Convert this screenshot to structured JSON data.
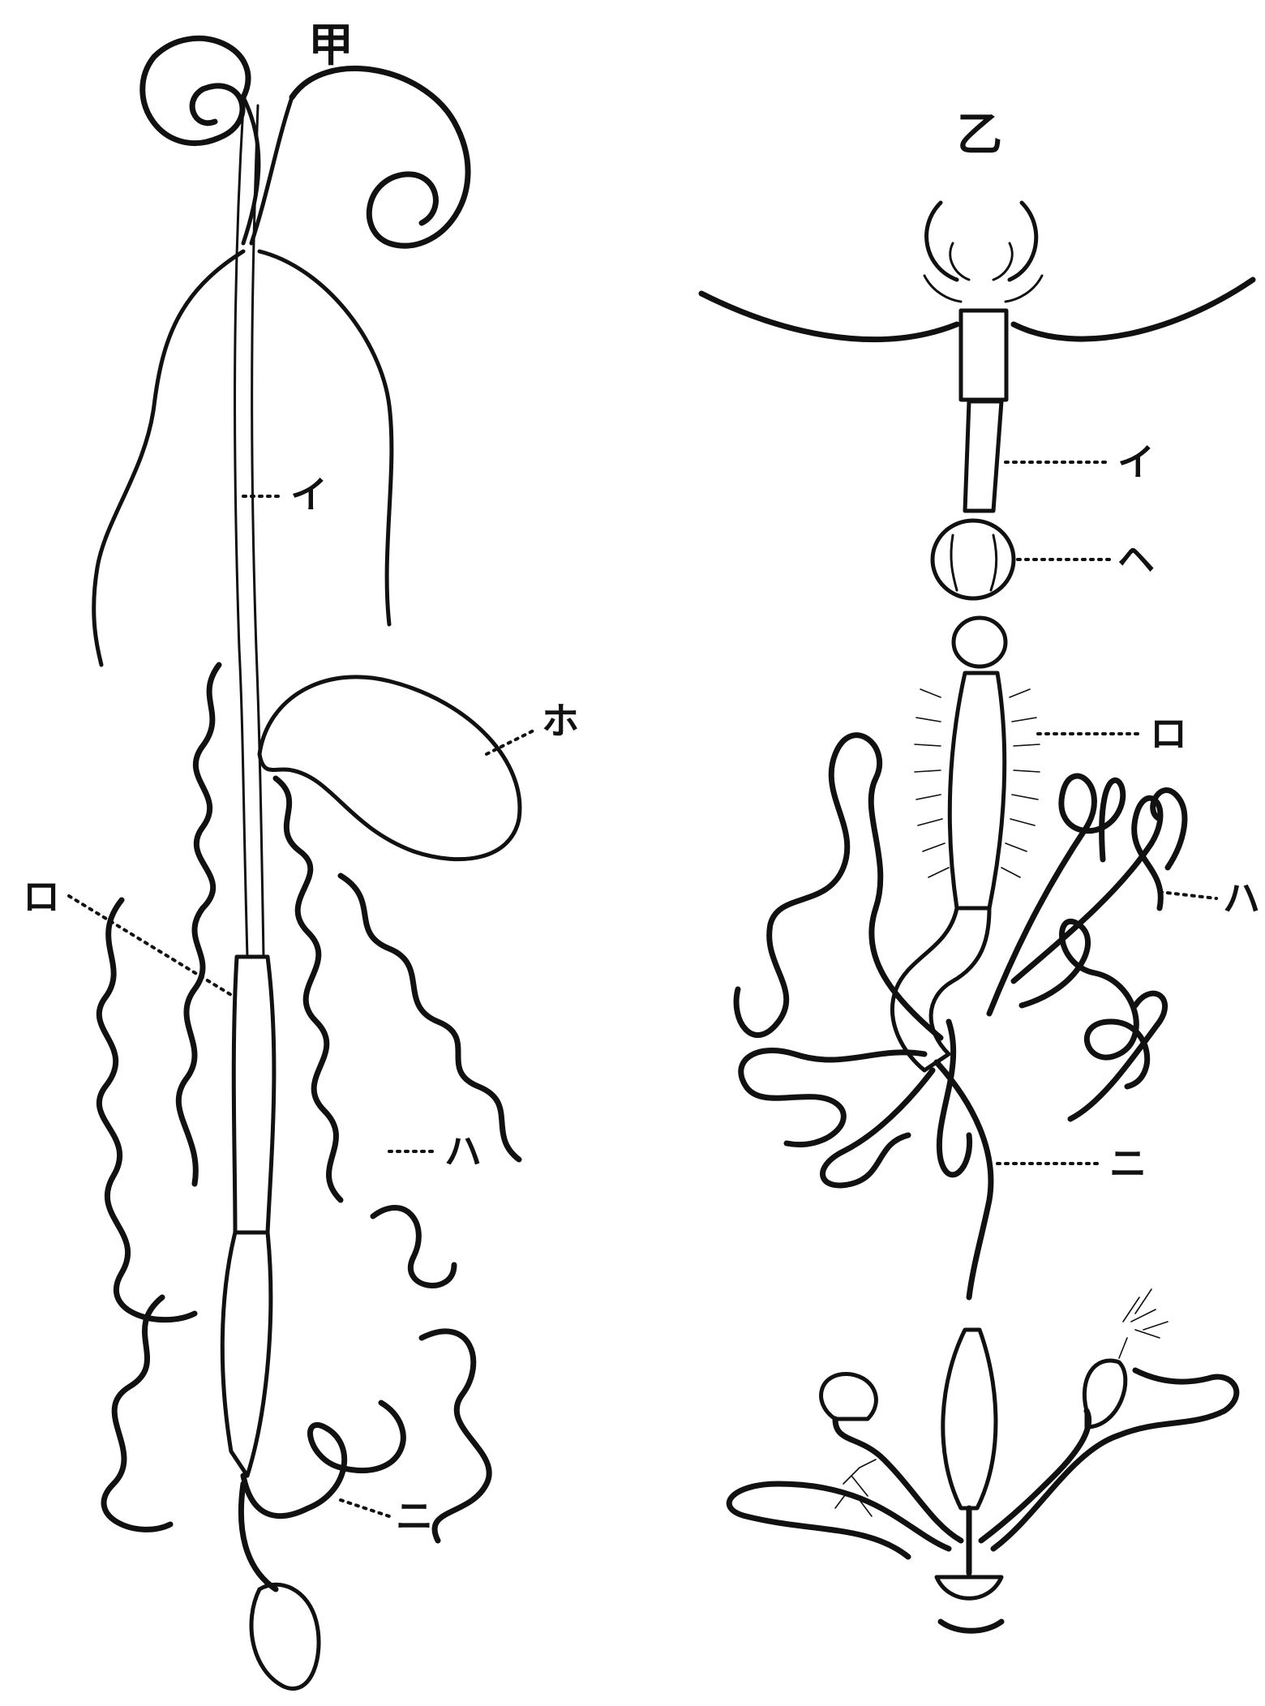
{
  "figures": {
    "left": {
      "title": "甲",
      "labels": {
        "i": "イ",
        "ro": "ロ",
        "ha": "ハ",
        "ni": "ニ",
        "ho": "ホ"
      }
    },
    "right": {
      "title": "乙",
      "labels": {
        "i": "イ",
        "he": "ヘ",
        "ro": "ロ",
        "ha": "ハ",
        "ni": "ニ"
      }
    }
  },
  "colors": {
    "ink": "#111111",
    "paper": "#ffffff"
  }
}
